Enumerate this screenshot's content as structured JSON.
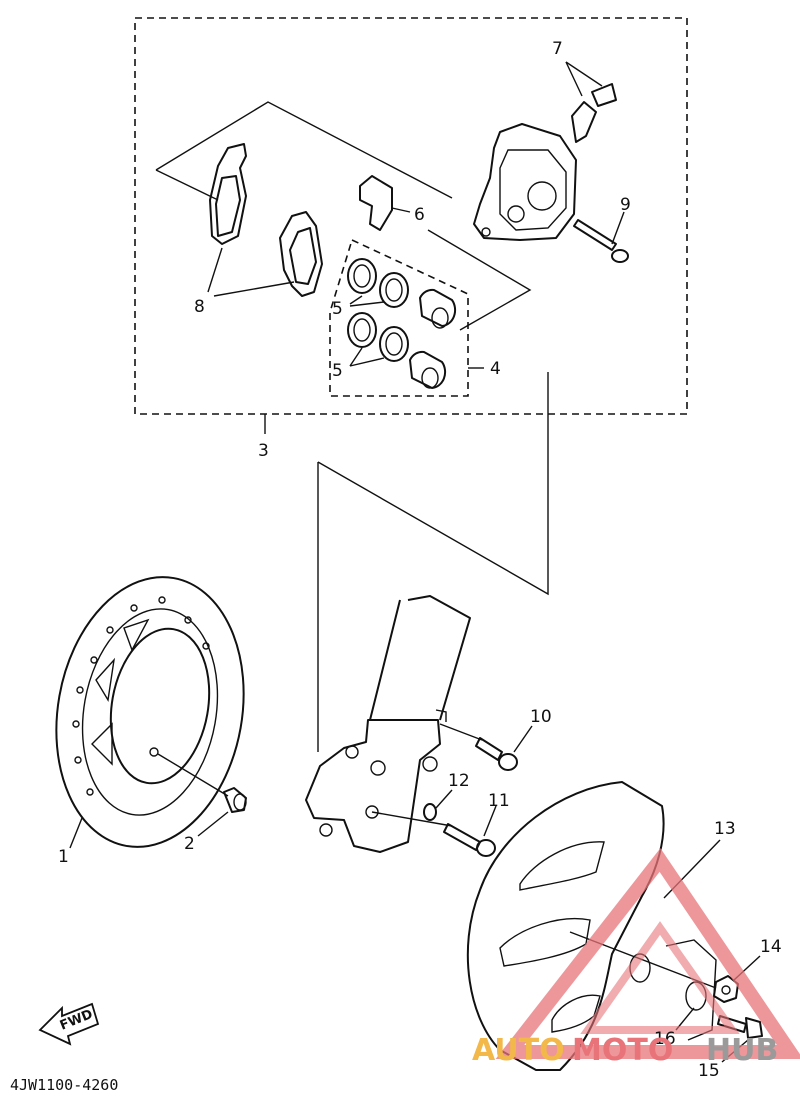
{
  "diagram_code": "4JW1100-4260",
  "fwd_label": "FWD",
  "parts": [
    {
      "no": "1"
    },
    {
      "no": "2"
    },
    {
      "no": "3"
    },
    {
      "no": "4"
    },
    {
      "no": "5"
    },
    {
      "no": "5"
    },
    {
      "no": "6"
    },
    {
      "no": "7"
    },
    {
      "no": "8"
    },
    {
      "no": "9"
    },
    {
      "no": "10"
    },
    {
      "no": "11"
    },
    {
      "no": "12"
    },
    {
      "no": "13"
    },
    {
      "no": "14"
    },
    {
      "no": "15"
    },
    {
      "no": "16"
    }
  ],
  "watermark": {
    "brand_a": "AUTO",
    "brand_b": "MOTO",
    "brand_c": "HUB",
    "color_orange": "#f2b84a",
    "color_red": "#e8747a",
    "color_gray": "#9a9a9a"
  },
  "colors": {
    "ink": "#111111",
    "background": "#ffffff"
  },
  "icons": [
    "fwd-arrow-icon",
    "triangle-logo-icon"
  ]
}
